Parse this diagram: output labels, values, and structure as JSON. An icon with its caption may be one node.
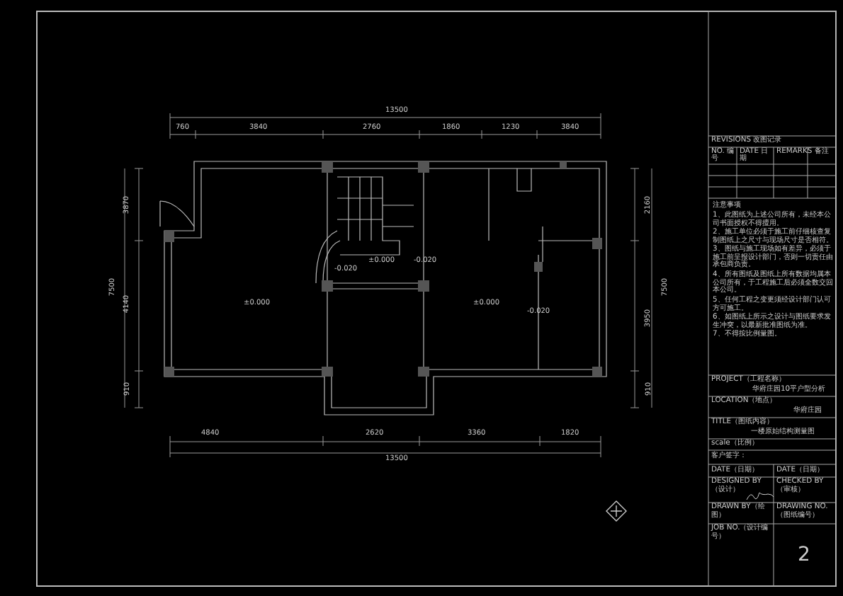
{
  "diagram": {
    "labels": [
      "13500",
      "760",
      "3840",
      "2760",
      "1860",
      "1230",
      "3840",
      "3870",
      "4140",
      "910",
      "7500",
      "2160",
      "3950",
      "910",
      "7500",
      "4840",
      "2620",
      "3360",
      "1820",
      "13500",
      "-0.020",
      "±0.000",
      "-0.020",
      "±0.000",
      "±0.000",
      "-0.020",
      "REVISIONS 改图记录",
      "NO. 编号",
      "DATE 日期",
      "REMARKS 备注",
      "注意事项",
      "1、此图纸为上述公司所有，未经本公司书面授权不得擅用。",
      "2、施工单位必须于施工前仔细核查复制图纸上之尺寸与现场尺寸是否相符。",
      "3、图纸与施工现场如有差异，必须于施工前呈报设计部门，否则一切责任由承包商负责。",
      "4、所有图纸及图纸上所有数据均属本公司所有，于工程施工后必须全数交回本公司。",
      "5、任何工程之变更须经设计部门认可方可施工。",
      "6、如图纸上所示之设计与图纸要求发生冲突，以最新批准图纸为准。",
      "7、不得按比例量图。",
      "PROJECT（工程名称）",
      "华府庄园10平户型分析",
      "LOCATION（地点）",
      "华府庄园",
      "TITLE（图纸内容）",
      "一楼原始结构测量图",
      "scale（比例）",
      "客户签字：",
      "DATE（日期）",
      "DATE（日期）",
      "DESIGNED BY（设计）",
      "CHECKED BY（审核）",
      "DRAWN BY（绘图）",
      "DRAWING NO.（图纸编号）",
      "JOB NO.（设计编号）",
      "2"
    ]
  }
}
